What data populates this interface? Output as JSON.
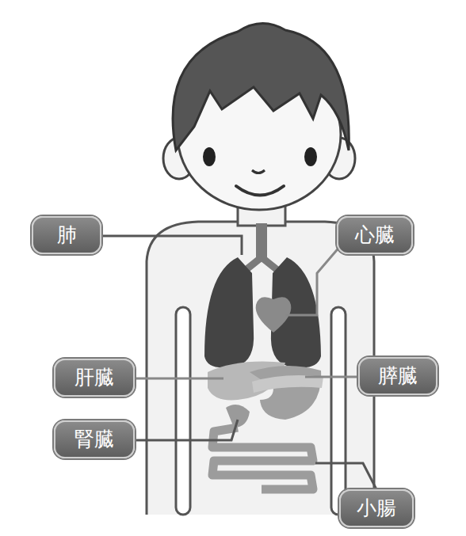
{
  "diagram": {
    "nodes": [
      {
        "text": [
          "肺"
        ]
      },
      {
        "text": [
          "心臓"
        ]
      },
      {
        "text": [
          "肝臓"
        ]
      },
      {
        "text": [
          "膵臓"
        ]
      },
      {
        "text": [
          "腎臓"
        ]
      },
      {
        "text": [
          "小腸"
        ]
      }
    ]
  }
}
